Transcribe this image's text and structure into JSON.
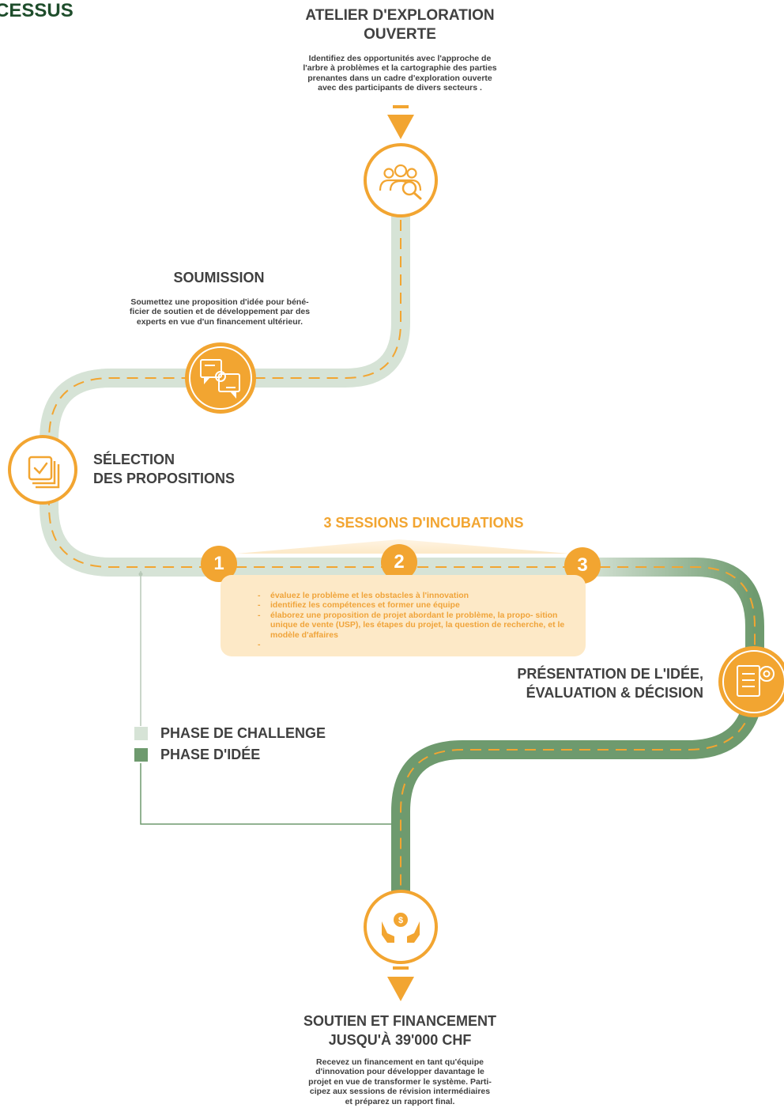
{
  "page_title": "CESSUS",
  "steps": {
    "exploration": {
      "title_line1": "ATELIER D'EXPLORATION",
      "title_line2": "OUVERTE",
      "desc": [
        "Identifiez des opportunités avec l'approche de",
        "l'arbre à problèmes et la cartographie des parties",
        "prenantes dans un cadre d'exploration ouverte",
        "avec des participants de divers secteurs ."
      ],
      "icon": "people-search-icon"
    },
    "submission": {
      "title": "SOUMISSION",
      "desc": [
        "Soumettez une proposition d'idée pour béné-",
        "ficier de soutien et de développement par des",
        "experts en vue d'un financement ultérieur."
      ],
      "icon": "idea-chat-icon"
    },
    "selection": {
      "title_line1": "SÉLECTION",
      "title_line2": "DES PROPOSITIONS",
      "icon": "checkbox-stack-icon"
    },
    "incubation": {
      "title": "3 SESSIONS D'INCUBATIONS",
      "numbers": [
        "1",
        "2",
        "3"
      ],
      "items": [
        "évaluez le problème et les obstacles à l'innovation",
        "identifiez les compétences et former une équipe",
        "élaborez une proposition de projet abordant le problème, la propo- sition unique de vente (USP), les étapes du projet, la question de recherche, et le modèle d'affaires",
        ""
      ]
    },
    "presentation": {
      "title_line1": "PRÉSENTATION DE L'IDÉE,",
      "title_line2": "ÉVALUATION & DÉCISION",
      "icon": "document-gear-icon"
    },
    "funding": {
      "title_line1": "SOUTIEN ET FINANCEMENT",
      "title_line2": "JUSQU'À 39'000 CHF",
      "desc": [
        "Recevez un financement en tant qu'équipe",
        "d'innovation pour développer davantage le",
        "projet en vue de transformer le système. Parti-",
        "cipez aux sessions de révision intermédiaires",
        "et préparez un rapport final."
      ],
      "icon": "hands-money-icon"
    }
  },
  "legend": [
    {
      "label": "PHASE DE CHALLENGE",
      "color": "#d6e3d6"
    },
    {
      "label": "PHASE D'IDÉE",
      "color": "#6e9a6e"
    }
  ],
  "colors": {
    "accent": "#f2a531",
    "road_light": "#d6e3d6",
    "road_dark": "#6e9a6e",
    "title_green": "#1e4d2b"
  }
}
